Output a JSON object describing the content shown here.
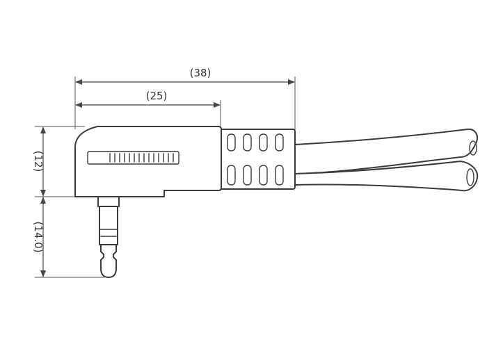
{
  "dimensions": {
    "overall_length": "(38)",
    "body_length": "(25)",
    "body_height": "(12)",
    "plug_length": "(14.0)"
  },
  "colors": {
    "line": "#3a3a3a",
    "dimension": "#444444",
    "background": "#ffffff"
  }
}
